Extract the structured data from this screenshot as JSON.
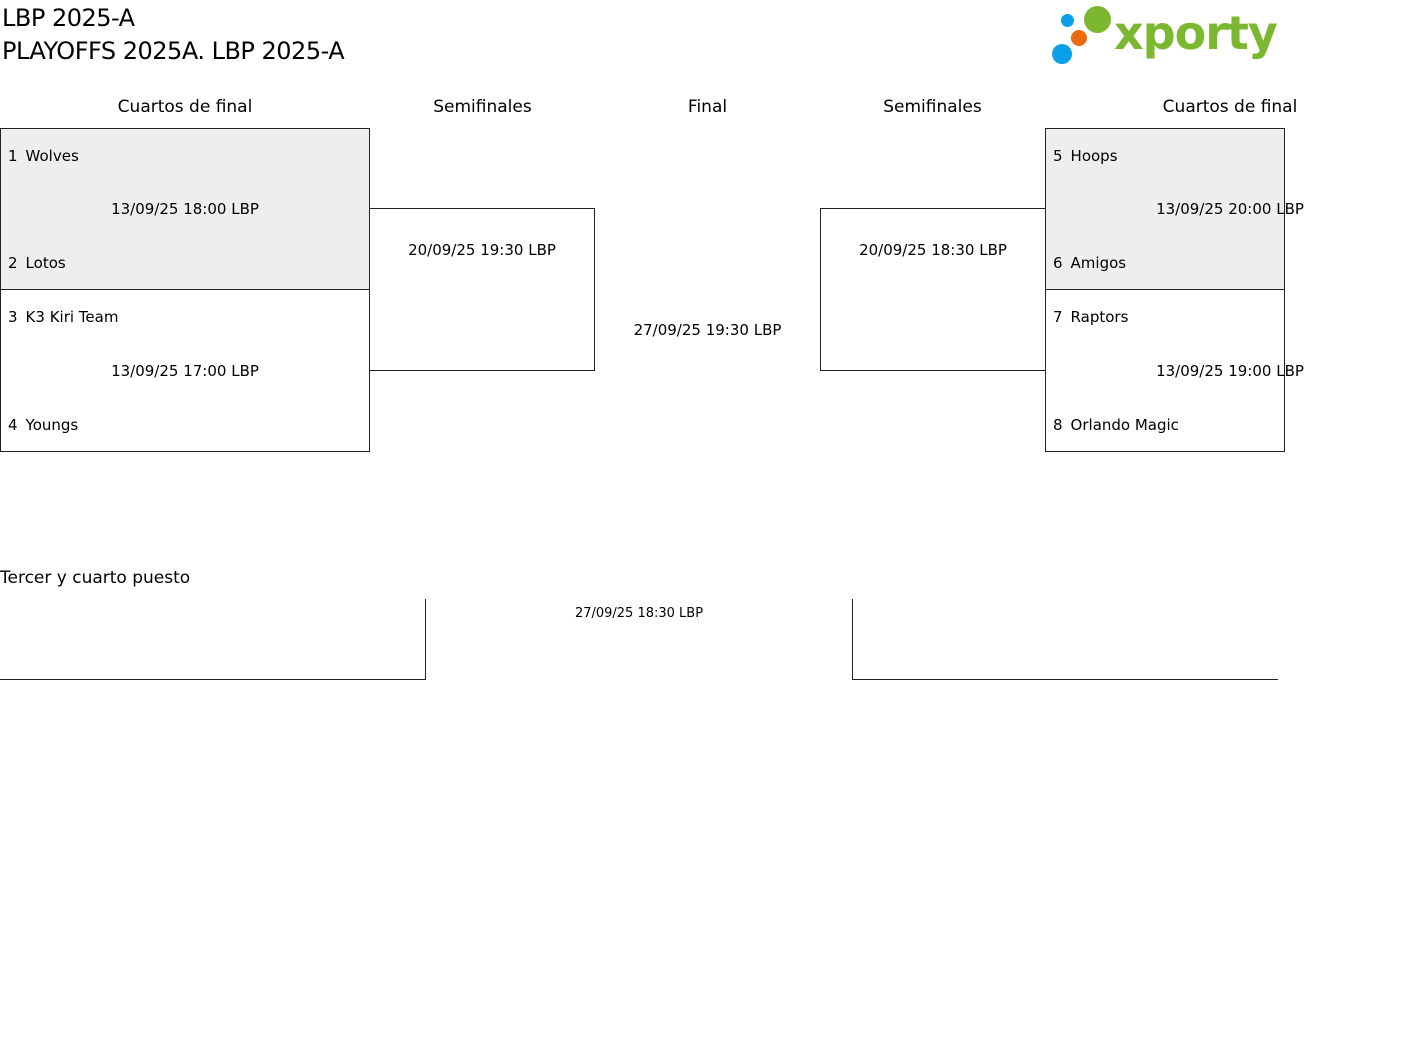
{
  "header": {
    "title": "LBP 2025-A",
    "subtitle": "PLAYOFFS 2025A. LBP 2025-A"
  },
  "logo": {
    "text": "xporty",
    "colors": {
      "green": "#7cb82f",
      "blue": "#0aa0e8",
      "orange": "#ea6b10"
    }
  },
  "rounds": {
    "left_quarters": "Cuartos de final",
    "left_semis": "Semifinales",
    "final": "Final",
    "right_semis": "Semifinales",
    "right_quarters": "Cuartos de final"
  },
  "left": {
    "qf1": {
      "team_a": {
        "seed": "1",
        "name": "Wolves"
      },
      "team_b": {
        "seed": "2",
        "name": "Lotos"
      },
      "when": "13/09/25 18:00 LBP"
    },
    "qf2": {
      "team_a": {
        "seed": "3",
        "name": "K3 Kiri Team"
      },
      "team_b": {
        "seed": "4",
        "name": "Youngs"
      },
      "when": "13/09/25 17:00 LBP"
    },
    "sf": {
      "when": "20/09/25 19:30 LBP"
    }
  },
  "final": {
    "when": "27/09/25 19:30 LBP"
  },
  "right": {
    "sf": {
      "when": "20/09/25 18:30 LBP"
    },
    "qf1": {
      "team_a": {
        "seed": "5",
        "name": "Hoops"
      },
      "team_b": {
        "seed": "6",
        "name": "Amigos"
      },
      "when": "13/09/25 20:00 LBP"
    },
    "qf2": {
      "team_a": {
        "seed": "7",
        "name": "Raptors"
      },
      "team_b": {
        "seed": "8",
        "name": "Orlando Magic"
      },
      "when": "13/09/25 19:00 LBP"
    }
  },
  "third_place": {
    "title": "Tercer y cuarto puesto",
    "when": "27/09/25 18:30 LBP"
  }
}
